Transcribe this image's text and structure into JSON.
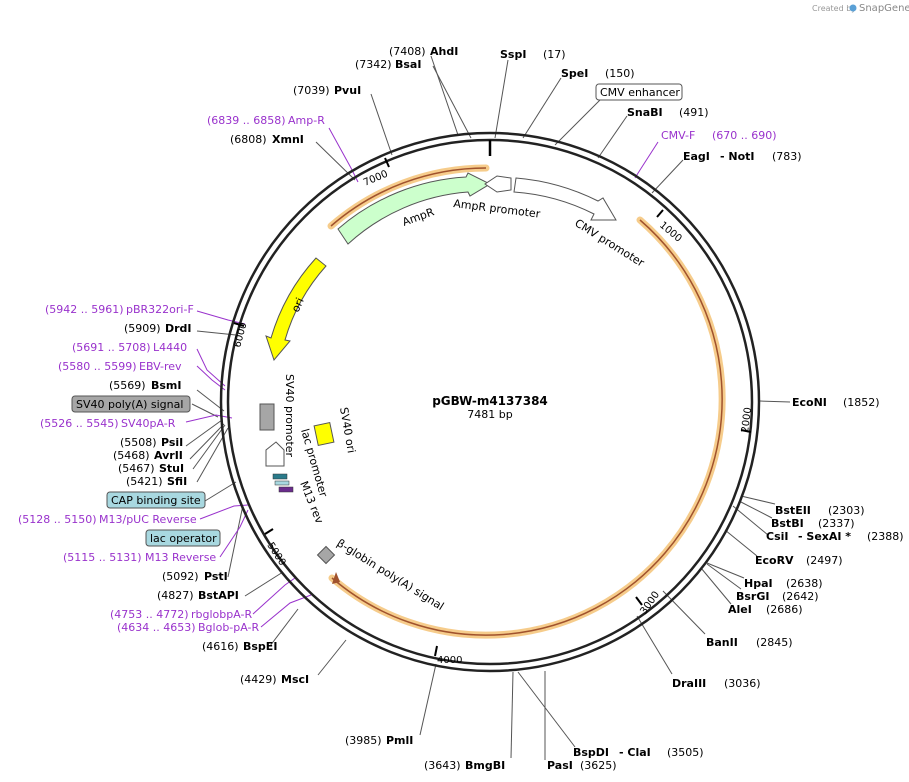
{
  "credit": {
    "created_by": "Created by",
    "brand": "SnapGene"
  },
  "plasmid": {
    "name": "pGBW-m4137384",
    "length": "7481 bp"
  },
  "ticks": [
    "1000",
    "2000",
    "3000",
    "4000",
    "5000",
    "6000",
    "7000"
  ],
  "sites": {
    "ahdi": {
      "pos": "(7408)",
      "name": "AhdI"
    },
    "bsai": {
      "pos": "(7342)",
      "name": "BsaI"
    },
    "sspi": {
      "name": "SspI",
      "pos": "(17)"
    },
    "spei": {
      "name": "SpeI",
      "pos": "(150)"
    },
    "cmv_enh": {
      "name": "CMV enhancer"
    },
    "snabi": {
      "name": "SnaBI",
      "pos": "(491)"
    },
    "cmvf": {
      "name": "CMV-F",
      "pos": "(670 .. 690)"
    },
    "eagi": {
      "name": "EagI",
      "sep": "- NotI",
      "pos": "(783)"
    },
    "pvui": {
      "pos": "(7039)",
      "name": "PvuI"
    },
    "ampr_primer": {
      "pos": "(6839 .. 6858)",
      "name": "Amp-R"
    },
    "xmni": {
      "pos": "(6808)",
      "name": "XmnI"
    },
    "pbr322": {
      "pos": "(5942 .. 5961)",
      "name": "pBR322ori-F"
    },
    "drdi": {
      "pos": "(5909)",
      "name": "DrdI"
    },
    "l4440": {
      "pos": "(5691 .. 5708)",
      "name": "L4440"
    },
    "ebvrev": {
      "pos": "(5580 .. 5599)",
      "name": "EBV-rev"
    },
    "bsmi": {
      "pos": "(5569)",
      "name": "BsmI"
    },
    "sv40polya": {
      "name": "SV40 poly(A) signal"
    },
    "sv40par": {
      "pos": "(5526 .. 5545)",
      "name": "SV40pA-R"
    },
    "psii": {
      "pos": "(5508)",
      "name": "PsiI"
    },
    "avrii": {
      "pos": "(5468)",
      "name": "AvrII"
    },
    "stui": {
      "pos": "(5467)",
      "name": "StuI"
    },
    "sfii": {
      "pos": "(5421)",
      "name": "SfiI"
    },
    "cap": {
      "name": "CAP binding site"
    },
    "m13puc": {
      "pos": "(5128 .. 5150)",
      "name": "M13/pUC Reverse"
    },
    "lacop": {
      "name": "lac operator"
    },
    "m13rev": {
      "pos": "(5115 .. 5131)",
      "name": "M13 Reverse"
    },
    "psti": {
      "pos": "(5092)",
      "name": "PstI"
    },
    "bstapi": {
      "pos": "(4827)",
      "name": "BstAPI"
    },
    "rbglob": {
      "pos": "(4753 .. 4772)",
      "name": "rbglobpA-R"
    },
    "bglob": {
      "pos": "(4634 .. 4653)",
      "name": "Bglob-pA-R"
    },
    "bspei": {
      "pos": "(4616)",
      "name": "BspEI"
    },
    "msci": {
      "pos": "(4429)",
      "name": "MscI"
    },
    "pmli": {
      "pos": "(3985)",
      "name": "PmlI"
    },
    "bmgbi": {
      "pos": "(3643)",
      "name": "BmgBI"
    },
    "pasi": {
      "name": "PasI",
      "pos": "(3625)"
    },
    "bspdi": {
      "name": "BspDI",
      "sep": "- ClaI",
      "pos": "(3505)"
    },
    "draiii": {
      "name": "DraIII",
      "pos": "(3036)"
    },
    "banii": {
      "name": "BanII",
      "pos": "(2845)"
    },
    "alei": {
      "name": "AleI",
      "pos": "(2686)"
    },
    "bsrgi": {
      "name": "BsrGI",
      "pos": "(2642)"
    },
    "hpai": {
      "name": "HpaI",
      "pos": "(2638)"
    },
    "ecorv": {
      "name": "EcoRV",
      "pos": "(2497)"
    },
    "csii": {
      "name": "CsiI",
      "sep": "- SexAI *",
      "pos": "(2388)"
    },
    "bstbi": {
      "name": "BstBI",
      "pos": "(2337)"
    },
    "bsteii": {
      "name": "BstEII",
      "pos": "(2303)"
    },
    "econi": {
      "name": "EcoNI",
      "pos": "(1852)"
    }
  },
  "features": {
    "ampr": "AmpR",
    "ampr_promoter": "AmpR promoter",
    "cmv_promoter": "CMV promoter",
    "ori": "ori",
    "sv40_promoter": "SV40 promoter",
    "sv40_ori": "SV40 ori",
    "lac_promoter": "lac promoter",
    "m13_rev": "M13 rev",
    "bglobin": "β-globin poly(A) signal"
  },
  "colors": {
    "backbone": "#222222",
    "primer": "#9932cc",
    "orf_glow": "#f5c77e",
    "orf_line": "#a0522d",
    "ampr_fill": "#ccffcc",
    "ori_fill": "#ffff00",
    "sv40_fill": "#a6a6a6",
    "lacop_fill": "#a8d8e0",
    "m13_fill": "#6a2c8c",
    "lacprom_fill": "#2a7a8a"
  }
}
